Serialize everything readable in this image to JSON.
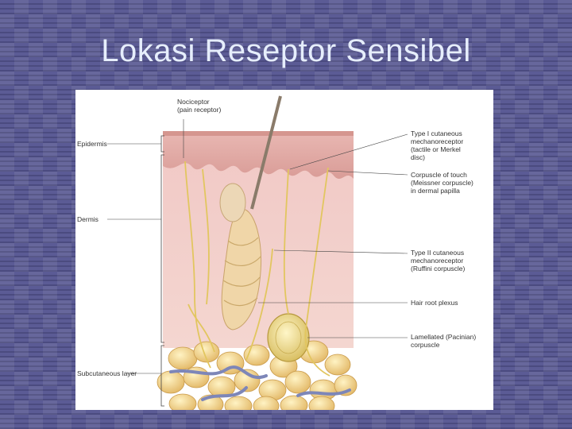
{
  "slide": {
    "title": "Lokasi Reseptor Sensibel"
  },
  "figure": {
    "left_labels": {
      "epidermis": "Epidermis",
      "dermis": "Dermis",
      "subcutaneous": "Subcutaneous layer"
    },
    "top_label": {
      "line1": "Nociceptor",
      "line2": "(pain receptor)"
    },
    "right_labels": {
      "type1": [
        "Type I cutaneous",
        "mechanoreceptor",
        "(tactile or Merkel",
        "disc)"
      ],
      "meissner": [
        "Corpuscle of touch",
        "(Meissner corpuscle)",
        "in dermal papilla"
      ],
      "type2": [
        "Type II cutaneous",
        "mechanoreceptor",
        "(Ruffini corpuscle)"
      ],
      "hair_plexus": [
        "Hair root plexus"
      ],
      "pacinian": [
        "Lamellated (Pacinian)",
        "corpuscle"
      ]
    }
  }
}
